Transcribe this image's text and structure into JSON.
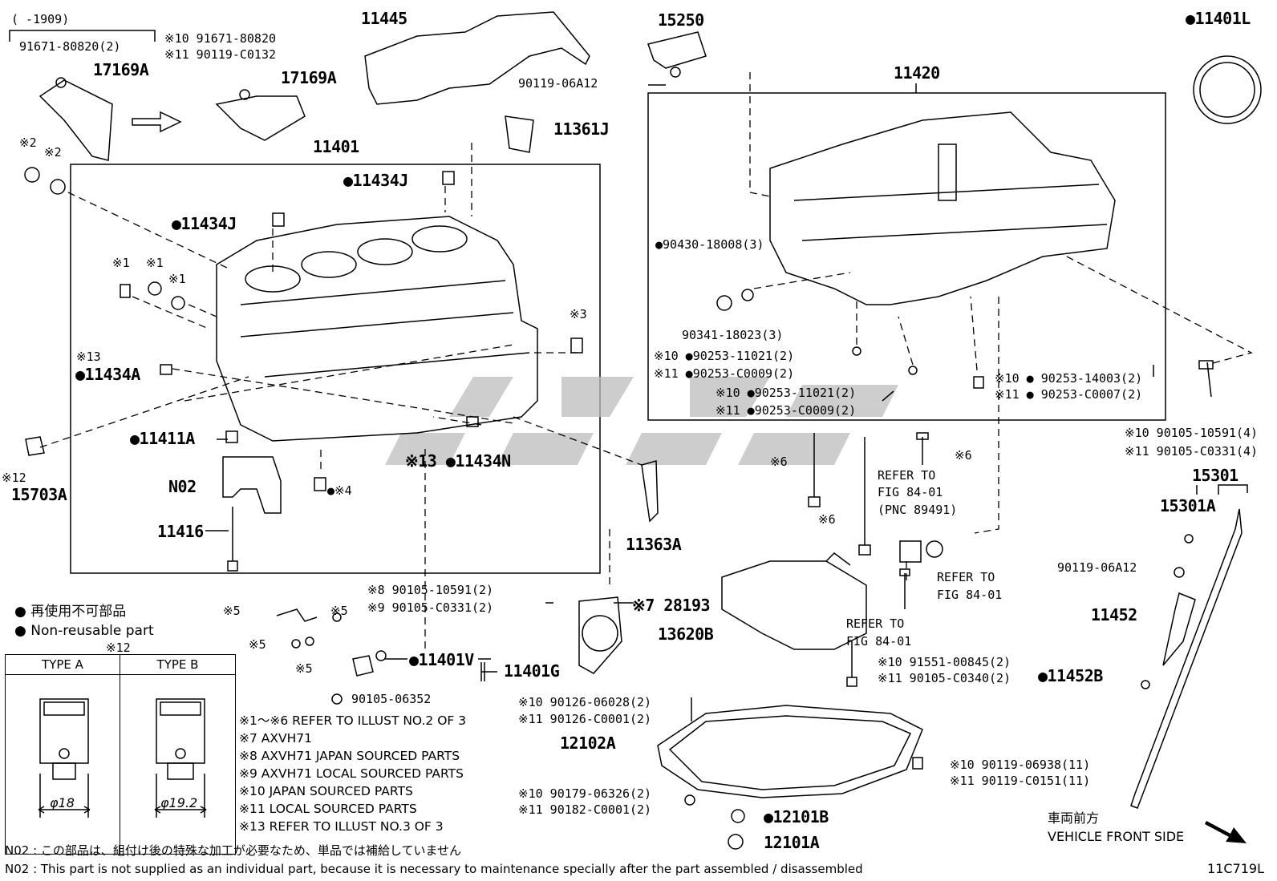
{
  "header": {
    "date_range": "(      -1909)"
  },
  "parts": {
    "p11445": "11445",
    "p15250": "15250",
    "p11401L": "●11401L",
    "p91671_a": "91671-80820(2)",
    "p17169A_1": "17169A",
    "p91671_b": "※10 91671-80820",
    "p90119_c0132": "※11 90119-C0132",
    "p17169A_2": "17169A",
    "p90119_06A12_top": "90119-06A12",
    "p11420": "11420",
    "p11361J": "11361J",
    "p11401": "11401",
    "mark2a": "※2",
    "mark2b": "※2",
    "p11434J_1": "●11434J",
    "p11434J_2": "●11434J",
    "p90430": "●90430-18008(3)",
    "p90341": "90341-18023(3)",
    "mark1a": "※1",
    "mark1b": "※1",
    "mark1c": "※1",
    "mark3": "※3",
    "mark13": "※13",
    "p11434A": "●11434A",
    "p90253_11021_a": "※10 ●90253-11021(2)",
    "p90253_c0009_a": "※11 ●90253-C0009(2)",
    "p90253_11021_b": "※10 ●90253-11021(2)",
    "p90253_c0009_b": "※11 ●90253-C0009(2)",
    "p90253_14003": "※10 ● 90253-14003(2)",
    "p90253_c0007": "※11 ● 90253-C0007(2)",
    "p90105_10591_r": "※10 90105-10591(4)",
    "p90105_c0331_r": "※11 90105-C0331(4)",
    "p15301": "15301",
    "p15301A": "15301A",
    "mark12": "※12",
    "p15703A": "15703A",
    "p11411A": "●11411A",
    "p11434N": "※13 ●11434N",
    "pN02": "N02",
    "mark4": "●※4",
    "p11416": "11416",
    "mark6a": "※6",
    "mark6b": "※6",
    "mark6c": "※6",
    "refer1": "REFER TO",
    "fig1": "FIG 84-01",
    "pnc": "(PNC 89491)",
    "refer2": "REFER TO",
    "fig2": "FIG 84-01",
    "refer3": "REFER TO",
    "fig3": "FIG 84-01",
    "p11363A": "11363A",
    "p90119_06A12_r": "90119-06A12",
    "p11452": "11452",
    "p90105_10591_m": "※8 90105-10591(2)",
    "p90105_c0331_m": "※9 90105-C0331(2)",
    "p28193": "※7 28193",
    "p13620B": "13620B",
    "mark5a": "※5",
    "mark5b": "※5",
    "mark5c": "※5",
    "mark5d": "※5",
    "p11401V": "●11401V",
    "p11401G": "11401G",
    "p91551": "※10 91551-00845(2)",
    "p90105_c0340": "※11 90105-C0340(2)",
    "p11452B": "●11452B",
    "p90105_06352": "90105-06352",
    "p90126_06028": "※10 90126-06028(2)",
    "p90126_c0001": "※11 90126-C0001(2)",
    "p12102A": "12102A",
    "p90119_06938": "※10 90119-06938(11)",
    "p90119_c0151": "※11 90119-C0151(11)",
    "p90179": "※10 90179-06326(2)",
    "p90182": "※11 90182-C0001(2)",
    "p12101B": "●12101B",
    "p12101A": "12101A"
  },
  "legend": {
    "jp": "● 再使用不可部品",
    "en": "● Non-reusable part"
  },
  "typebox": {
    "title": "※12",
    "type_a": "TYPE A",
    "type_b": "TYPE B",
    "dim_a": "φ18",
    "dim_b": "φ19.2"
  },
  "notes": [
    "※1～※6  REFER TO ILLUST NO.2 OF 3",
    "※7 AXVH71",
    "※8 AXVH71 JAPAN SOURCED PARTS",
    "※9 AXVH71 LOCAL SOURCED PARTS",
    "※10 JAPAN SOURCED PARTS",
    "※11 LOCAL SOURCED PARTS",
    "※13 REFER TO ILLUST NO.3 OF 3"
  ],
  "n02_jp": "N02 : この部品は、組付け後の特殊な加工が必要なため、単品では補給していません",
  "n02_en": "N02 : This part is not supplied as an individual part, because it is necessary to maintenance specially after the part assembled / disassembled",
  "front": {
    "jp": "車両前方",
    "en": "VEHICLE FRONT SIDE"
  },
  "diagram_code": "11C719L"
}
